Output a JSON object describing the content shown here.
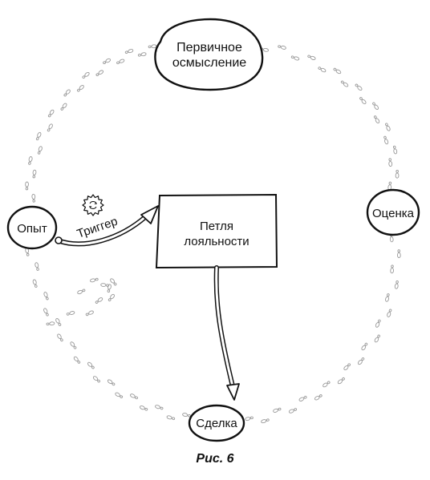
{
  "nodes": {
    "primary": {
      "line1": "Первичное",
      "line2": "осмысление"
    },
    "evaluation": {
      "label": "Оценка"
    },
    "deal": {
      "label": "Сделка"
    },
    "experience": {
      "label": "Опыт"
    },
    "loop": {
      "line1": "Петля",
      "line2": "лояльности"
    }
  },
  "trigger": {
    "label": "Триггер"
  },
  "caption": "Рис. 6",
  "colors": {
    "ink": "#111111",
    "footprint": "#9a9a9a",
    "background": "#ffffff"
  }
}
